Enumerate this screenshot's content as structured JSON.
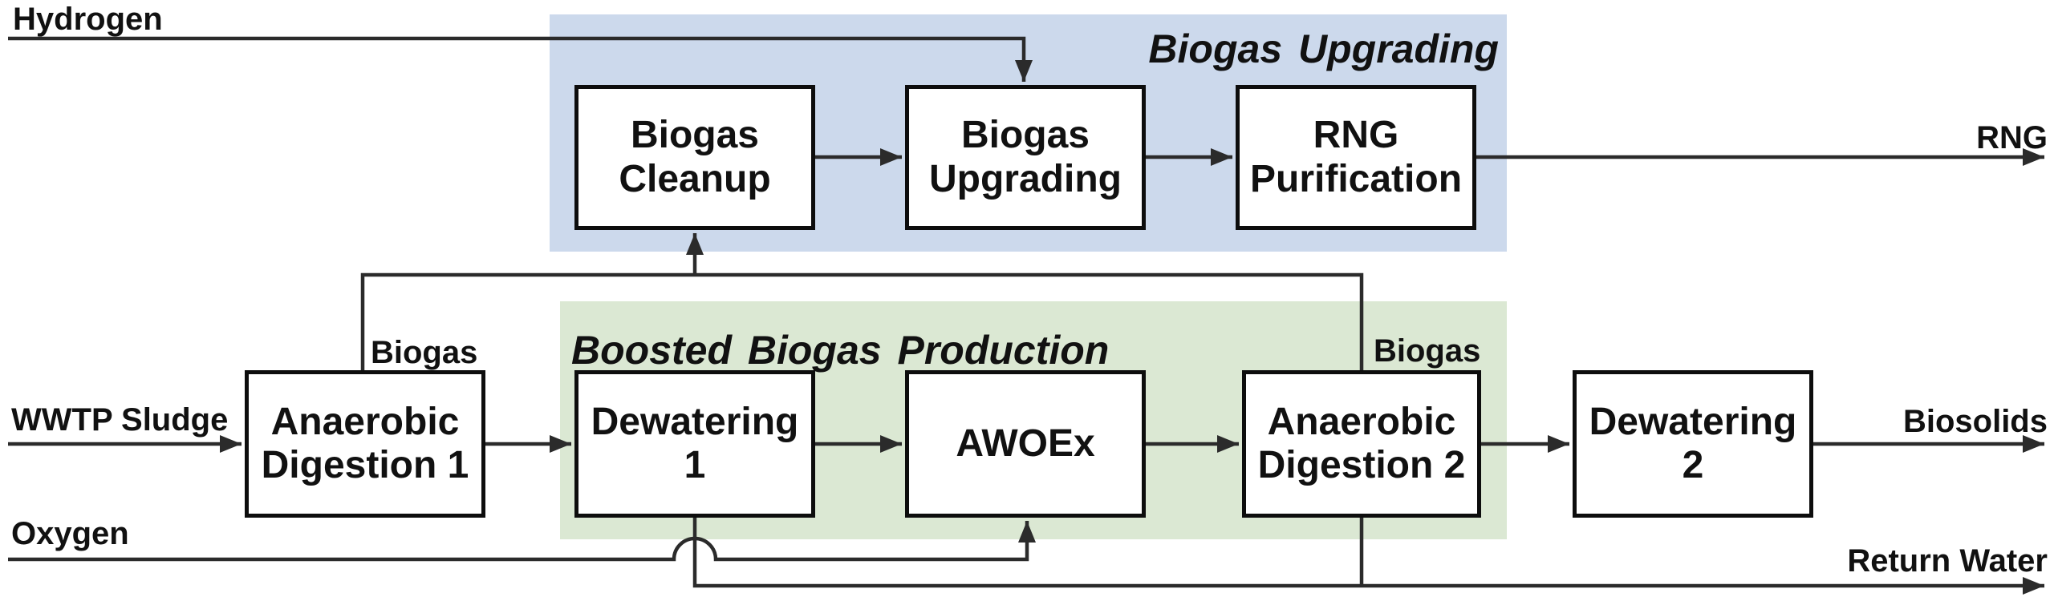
{
  "regions": {
    "upgrading": {
      "title": "Biogas Upgrading",
      "fill": "#ccd9ec"
    },
    "production": {
      "title": "Boosted Biogas Production",
      "fill": "#dbe8d3"
    }
  },
  "nodes": {
    "biogas_cleanup": {
      "label": "Biogas\nCleanup"
    },
    "biogas_upgrading": {
      "label": "Biogas\nUpgrading"
    },
    "rng_purification": {
      "label": "RNG\nPurification"
    },
    "anaerobic_digestion_1": {
      "label": "Anaerobic\nDigestion 1"
    },
    "dewatering_1": {
      "label": "Dewatering\n1"
    },
    "awoex": {
      "label": "AWOEx"
    },
    "anaerobic_digestion_2": {
      "label": "Anaerobic\nDigestion 2"
    },
    "dewatering_2": {
      "label": "Dewatering\n2"
    }
  },
  "streams": {
    "hydrogen": {
      "label": "Hydrogen"
    },
    "wwtp_sludge": {
      "label": "WWTP Sludge"
    },
    "oxygen": {
      "label": "Oxygen"
    },
    "rng": {
      "label": "RNG"
    },
    "biosolids": {
      "label": "Biosolids"
    },
    "return_water": {
      "label": "Return Water"
    },
    "biogas_from_ad1": {
      "label": "Biogas"
    },
    "biogas_from_ad2": {
      "label": "Biogas"
    }
  },
  "colors": {
    "line": "#2b2b2b",
    "box_border": "#0d0d0d",
    "box_fill": "#ffffff",
    "text": "#111111"
  }
}
